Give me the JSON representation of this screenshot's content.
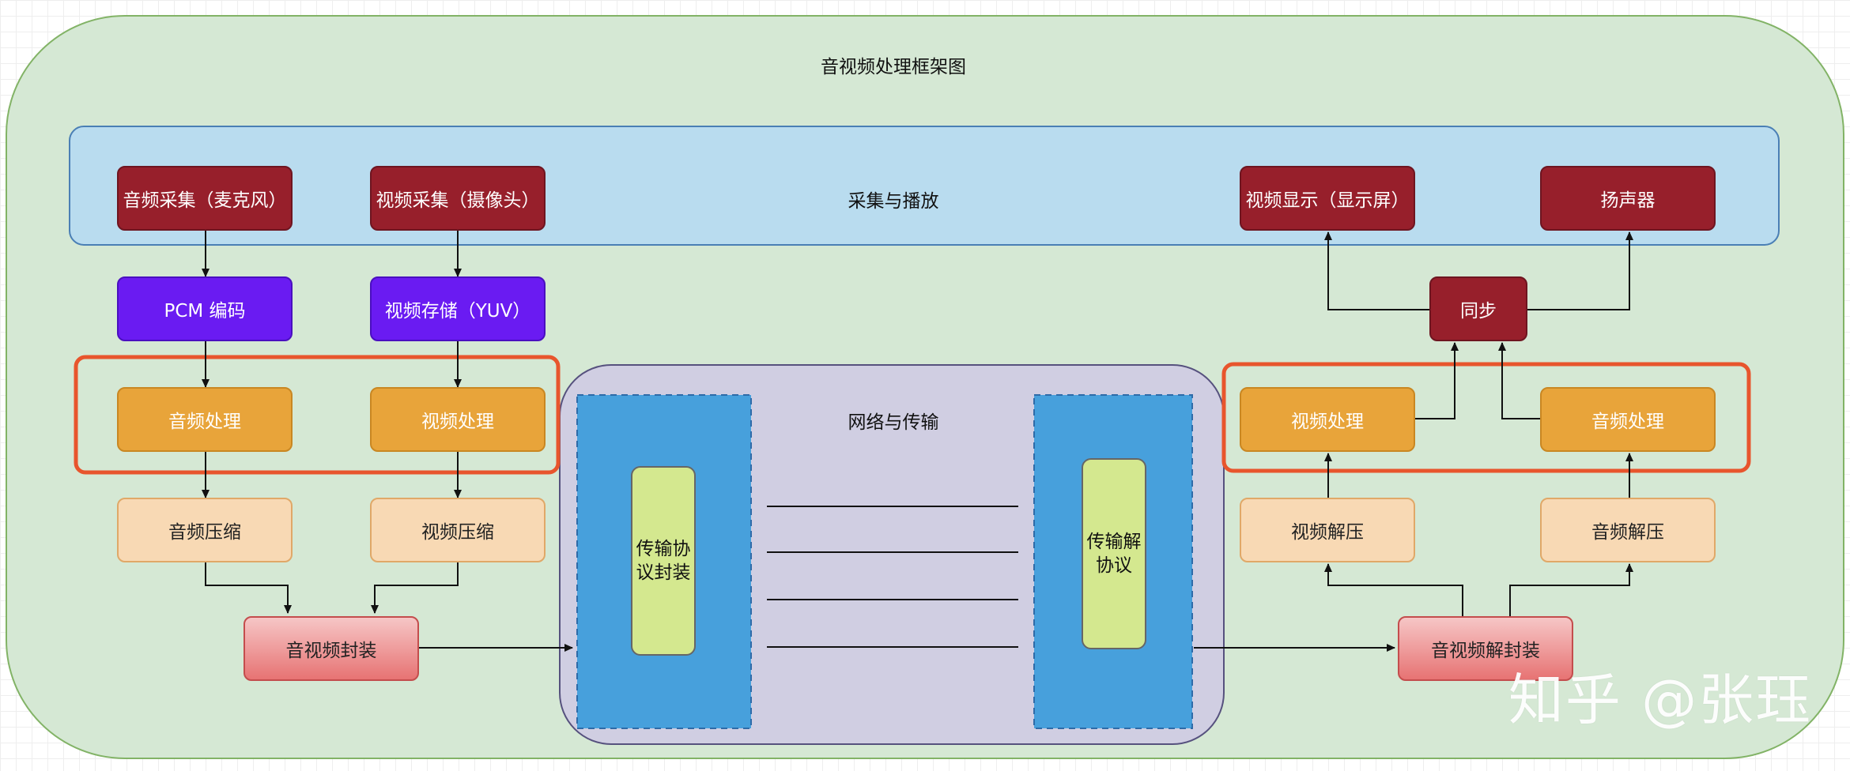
{
  "title": "音视频处理框架图",
  "capture_band": {
    "label": "采集与播放"
  },
  "network": {
    "label": "网络与传输",
    "pack_label": "传输协议封装",
    "unpack_label": "传输解协议"
  },
  "nodes": {
    "audio_capture": "音频采集（麦克风）",
    "video_capture": "视频采集（摄像头）",
    "video_display": "视频显示（显示屏）",
    "speaker": "扬声器",
    "pcm_encode": "PCM 编码",
    "video_store": "视频存储（YUV）",
    "sync": "同步",
    "audio_proc_left": "音频处理",
    "video_proc_left": "视频处理",
    "video_proc_right": "视频处理",
    "audio_proc_right": "音频处理",
    "audio_compress": "音频压缩",
    "video_compress": "视频压缩",
    "video_decompress": "视频解压",
    "audio_decompress": "音频解压",
    "av_mux": "音视频封装",
    "av_demux": "音视频解封装"
  },
  "watermark": "知乎 @张珏",
  "colors": {
    "outer_bg": "#d5e8d4",
    "band_bg": "#b9dcef",
    "network_bg": "#d0cee2",
    "transport_bg": "#47a0dc",
    "capture_red": "#971f2b",
    "encode_purple": "#6a1bf2",
    "process_orange": "#e8a43a",
    "compress_peach": "#f8d9b4",
    "mux_pink": "#e77373",
    "highlight_border": "#e8552d"
  }
}
